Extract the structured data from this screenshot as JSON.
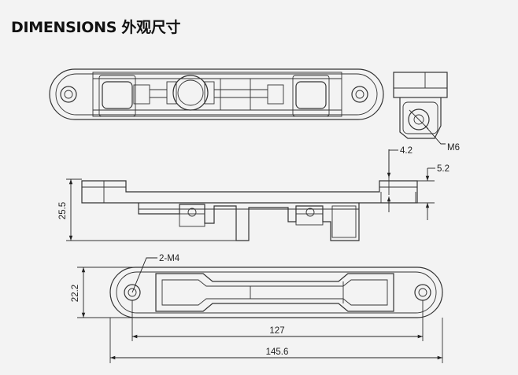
{
  "title": "DIMENSIONS 外观尺寸",
  "labels": {
    "thread_side": "M6",
    "gap_a": "4.2",
    "gap_b": "5.2",
    "height": "25.5",
    "holes": "2-M4",
    "width": "22.2",
    "hole_spacing": "127",
    "overall_length": "145.6"
  },
  "colors": {
    "background": "#f3f3f3",
    "line": "#333333"
  }
}
